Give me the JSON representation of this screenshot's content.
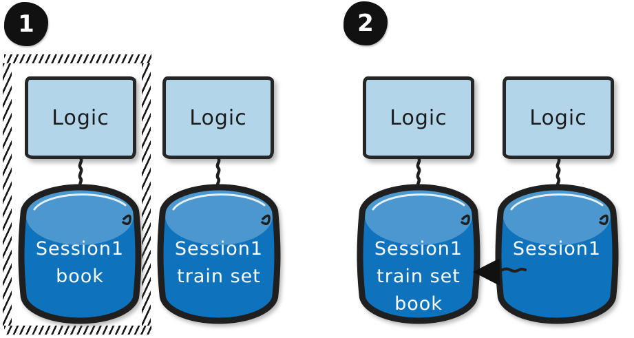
{
  "steps": [
    {
      "badge": "1"
    },
    {
      "badge": "2"
    }
  ],
  "nodes": [
    {
      "logic_label": "Logic",
      "db_line1": "Session1",
      "db_line2": "book",
      "db_line3": ""
    },
    {
      "logic_label": "Logic",
      "db_line1": "Session1",
      "db_line2": "train set",
      "db_line3": ""
    },
    {
      "logic_label": "Logic",
      "db_line1": "Session1",
      "db_line2": "train set",
      "db_line3": "book"
    },
    {
      "logic_label": "Logic",
      "db_line1": "Session1",
      "db_line2": "",
      "db_line3": ""
    }
  ],
  "annotations": {
    "selection_hatch": "hatched hand-drawn border around first logic+database pair of step 1",
    "merge_arrow_direction": "left"
  },
  "colors": {
    "box_fill": "#b3d5ea",
    "box_border": "#262626",
    "cylinder_top": "#4b97ce",
    "cylinder_body": "#0e73bc",
    "cylinder_outline": "#1f1f1f",
    "badge_background": "#111111",
    "badge_text": "#ffffff",
    "db_text": "#ffffff",
    "hatch_color": "#161616",
    "arrow_color": "#111111"
  }
}
